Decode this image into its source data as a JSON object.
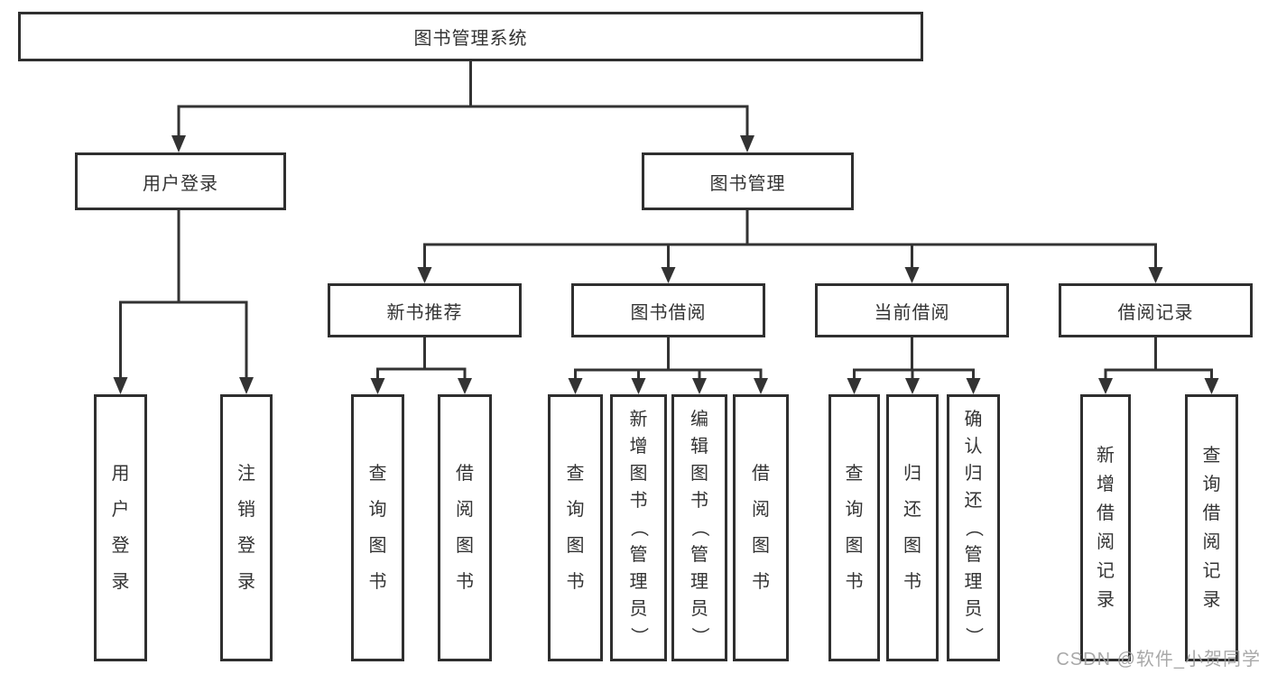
{
  "diagram": {
    "title_node": "图书管理系统",
    "level2": [
      "用户登录",
      "图书管理"
    ],
    "level3": [
      "新书推荐",
      "图书借阅",
      "当前借阅",
      "借阅记录"
    ],
    "leaves_user_login": [
      "用户登录",
      "注销登录"
    ],
    "leaves_new_book": [
      "查询图书",
      "借阅图书"
    ],
    "leaves_book_borrow": [
      "查询图书",
      "新增图书（管理员）",
      "编辑图书（管理员）",
      "借阅图书"
    ],
    "leaves_current_borrow": [
      "查询图书",
      "归还图书",
      "确认归还（管理员）"
    ],
    "leaves_borrow_record": [
      "新增借阅记录",
      "查询借阅记录"
    ],
    "watermark": "CSDN @软件_小贺同学",
    "colors": {
      "line": "#333333",
      "box_border": "#2f2f2f",
      "box_fill": "#ffffff",
      "text": "#333333",
      "watermark": "#9e9e9e"
    }
  }
}
